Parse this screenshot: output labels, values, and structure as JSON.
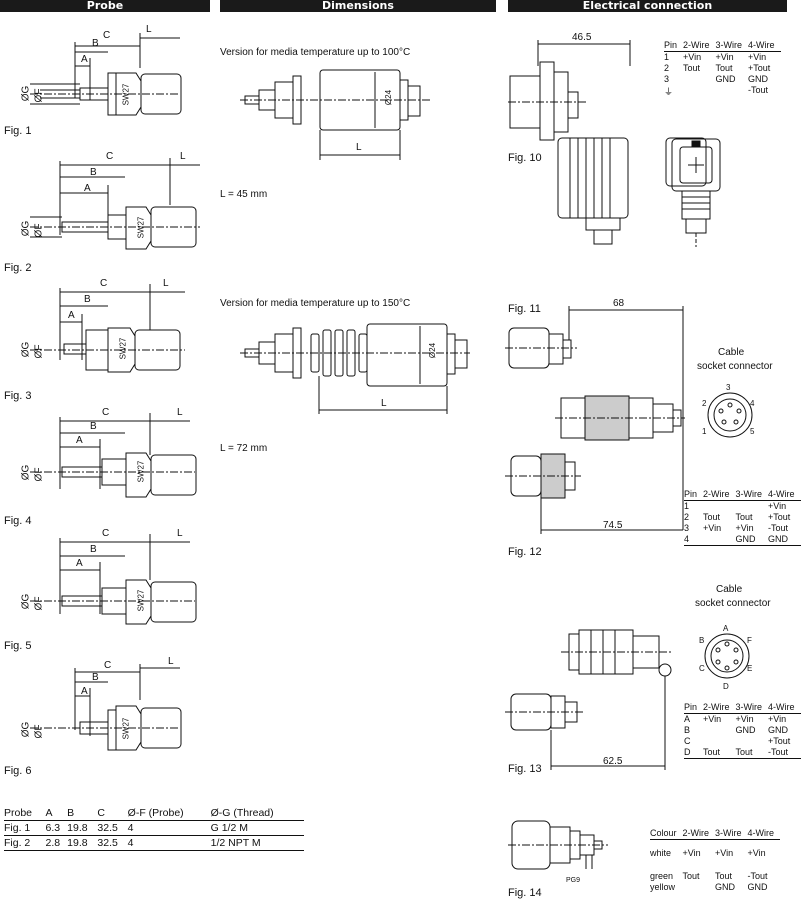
{
  "headers": {
    "probe": "Probe",
    "dimensions": "Dimensions",
    "electrical": "Electrical connection"
  },
  "figures": {
    "fig1": "Fig. 1",
    "fig2": "Fig. 2",
    "fig3": "Fig. 3",
    "fig4": "Fig. 4",
    "fig5": "Fig. 5",
    "fig6": "Fig. 6",
    "fig10": "Fig. 10",
    "fig11": "Fig. 11",
    "fig12": "Fig. 12",
    "fig13": "Fig. 13",
    "fig14": "Fig. 14"
  },
  "probe_labels": {
    "a": "A",
    "b": "B",
    "c": "C",
    "l": "L",
    "g": "ØG",
    "f": "ØF",
    "sw": "SW27"
  },
  "dimensions": {
    "v100_title": "Version for media temperature up to 100°C",
    "v100_L": "L = 45 mm",
    "v150_title": "Version for media temperature up to 150°C",
    "v150_L": "L = 72 mm",
    "dia": "Ø24",
    "l": "L"
  },
  "electrical": {
    "dim_465": "46.5",
    "dim_68": "68",
    "dim_745": "74.5",
    "dim_625": "62.5",
    "pg9": "PG9",
    "cable_socket_1": "Cable",
    "cable_socket_1b": "socket connector",
    "cable_socket_2": "Cable",
    "cable_socket_2b": "socket connector",
    "pins5": [
      "1",
      "2",
      "3",
      "4",
      "5"
    ],
    "pins_letters": [
      "A",
      "B",
      "C",
      "D",
      "E",
      "F"
    ]
  },
  "table_fig10": {
    "headers": [
      "Pin",
      "2-Wire",
      "3-Wire",
      "4-Wire"
    ],
    "rows": [
      [
        "1",
        "+Vin",
        "+Vin",
        "+Vin"
      ],
      [
        "2",
        "Tout",
        "Tout",
        "+Tout"
      ],
      [
        "3",
        "",
        "GND",
        "GND"
      ],
      [
        "⏚",
        "",
        "",
        "-Tout"
      ]
    ]
  },
  "table_fig12": {
    "headers": [
      "Pin",
      "2-Wire",
      "3-Wire",
      "4-Wire"
    ],
    "rows": [
      [
        "1",
        "",
        "",
        "+Vin"
      ],
      [
        "2",
        "Tout",
        "Tout",
        "+Tout"
      ],
      [
        "3",
        "+Vin",
        "+Vin",
        "-Tout"
      ],
      [
        "4",
        "",
        "GND",
        "GND"
      ]
    ]
  },
  "table_fig13": {
    "headers": [
      "Pin",
      "2-Wire",
      "3-Wire",
      "4-Wire"
    ],
    "rows": [
      [
        "A",
        "+Vin",
        "+Vin",
        "+Vin"
      ],
      [
        "B",
        "",
        "GND",
        "GND"
      ],
      [
        "C",
        "",
        "",
        "+Tout"
      ],
      [
        "D",
        "Tout",
        "Tout",
        "-Tout"
      ]
    ]
  },
  "table_fig14": {
    "headers": [
      "Colour",
      "2-Wire",
      "3-Wire",
      "4-Wire"
    ],
    "rows": [
      [
        "white",
        "+Vin",
        "+Vin",
        "+Vin"
      ],
      [
        "green",
        "Tout",
        "Tout",
        "-Tout"
      ],
      [
        "yellow",
        "",
        "GND",
        "GND"
      ]
    ]
  },
  "probe_table": {
    "headers": [
      "Probe",
      "A",
      "B",
      "C",
      "Ø-F (Probe)",
      "Ø-G (Thread)"
    ],
    "rows": [
      [
        "Fig. 1",
        "6.3",
        "19.8",
        "32.5",
        "4",
        "G 1/2 M"
      ],
      [
        "Fig. 2",
        "2.8",
        "19.8",
        "32.5",
        "4",
        "1/2 NPT M"
      ]
    ]
  }
}
